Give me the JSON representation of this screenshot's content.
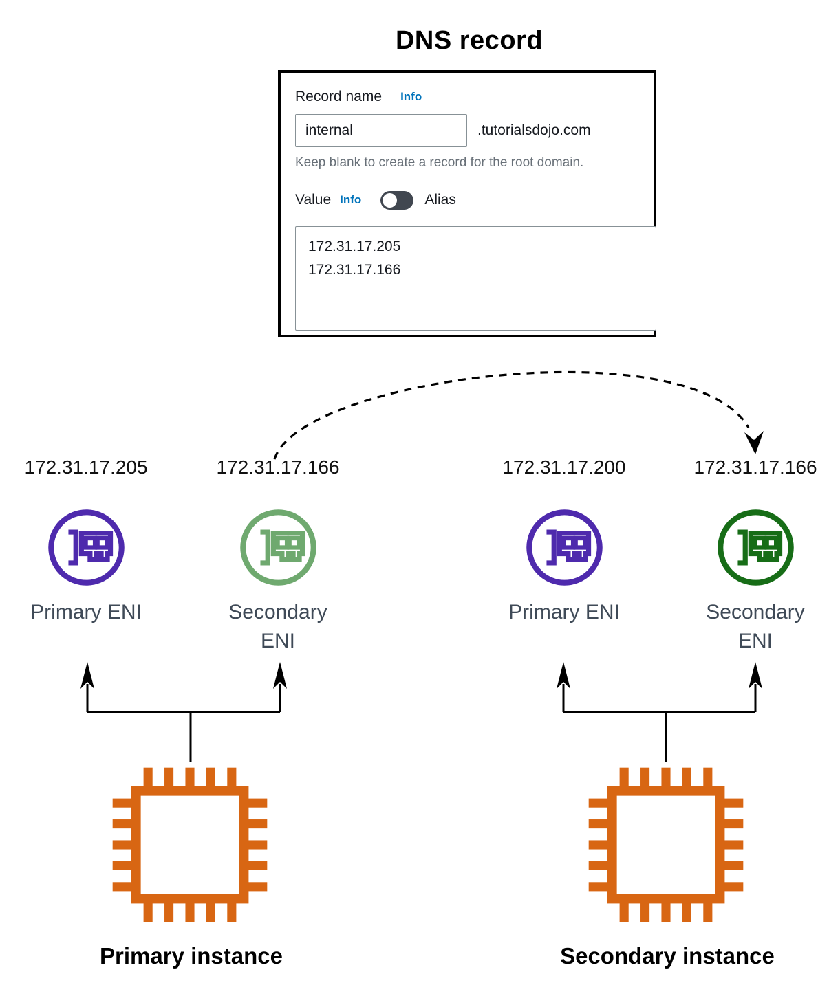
{
  "title": "DNS record",
  "dns_panel": {
    "record_name_label": "Record name",
    "record_name_info": "Info",
    "record_name_value": "internal",
    "domain_suffix": ".tutorialsdojo.com",
    "helper_text": "Keep blank to create a record for the root domain.",
    "value_label": "Value",
    "value_info": "Info",
    "alias_label": "Alias",
    "alias_enabled": false,
    "record_values": [
      "172.31.17.205",
      "172.31.17.166"
    ]
  },
  "diagram": {
    "enis": [
      {
        "ip": "172.31.17.205",
        "label": "Primary ENI",
        "color": "#4e2aad"
      },
      {
        "ip": "172.31.17.166",
        "label": "Secondary ENI",
        "color": "#6fa96f"
      },
      {
        "ip": "172.31.17.200",
        "label": "Primary ENI",
        "color": "#4e2aad"
      },
      {
        "ip": "172.31.17.166",
        "label": "Secondary ENI",
        "color": "#176d17"
      }
    ],
    "instances": [
      {
        "label": "Primary instance"
      },
      {
        "label": "Secondary instance"
      }
    ]
  },
  "colors": {
    "info_link": "#0073bb",
    "helper_text": "#687078",
    "toggle_off": "#414750",
    "instance_orange": "#d86613",
    "eni_label_text": "#3f4a57",
    "arrow": "#000000"
  }
}
